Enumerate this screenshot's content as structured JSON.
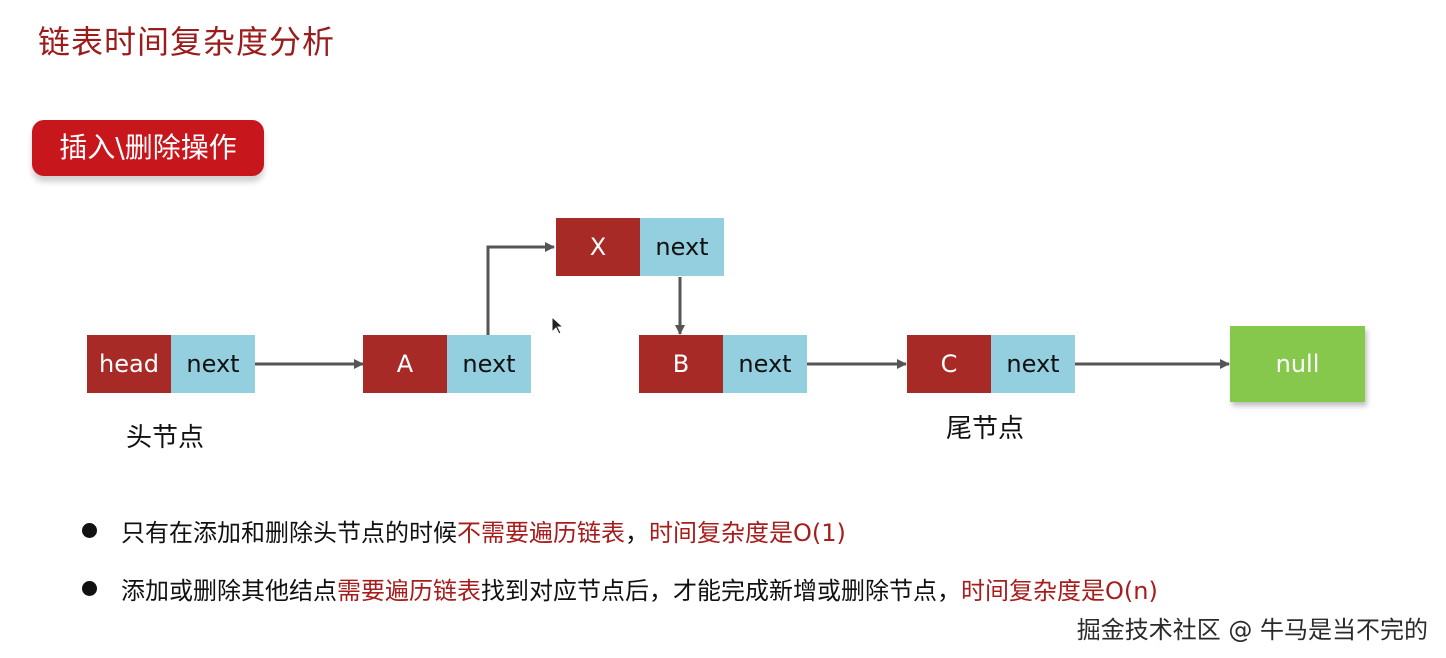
{
  "title": "链表时间复杂度分析",
  "section_label": "插入\\删除操作",
  "nodes": {
    "head": {
      "data": "head",
      "next": "next"
    },
    "a": {
      "data": "A",
      "next": "next"
    },
    "x": {
      "data": "X",
      "next": "next"
    },
    "b": {
      "data": "B",
      "next": "next"
    },
    "c": {
      "data": "C",
      "next": "next"
    },
    "null": {
      "label": "null"
    }
  },
  "captions": {
    "head_caption": "头节点",
    "tail_caption": "尾节点"
  },
  "bullets": [
    {
      "prefix": "只有在添加和删除头节点的时候",
      "highlight1": "不需要遍历链表",
      "middle": "，",
      "highlight2": "时间复杂度是O(1)"
    },
    {
      "prefix": "添加或删除其他结点",
      "highlight1": "需要遍历链表",
      "middle": "找到对应节点后，才能完成新增或删除节点，",
      "highlight2": "时间复杂度是O(n)"
    }
  ],
  "watermark": "掘金技术社区 @ 牛马是当不完的",
  "colors": {
    "title": "#9b1c1c",
    "badge": "#c8161d",
    "data_cell": "#a82a26",
    "pointer_cell": "#94cfe0",
    "null_node": "#86c84b",
    "highlight_text": "#a71d1d",
    "arrow": "#555555"
  },
  "icons": {
    "cursor": "mouse-pointer-icon",
    "bullet": "bullet-dot-icon"
  }
}
